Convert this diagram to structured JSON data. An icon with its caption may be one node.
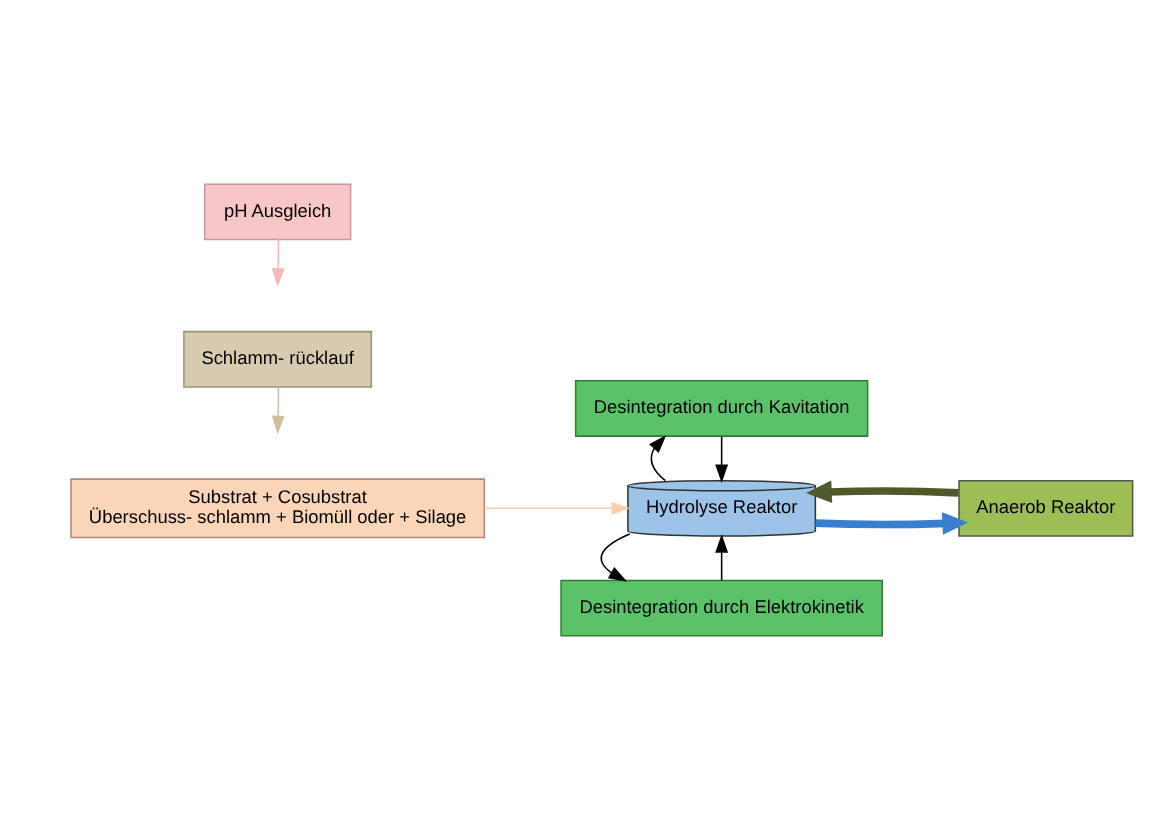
{
  "diagram": {
    "nodes": [
      {
        "text": [
          "Desintegration durch Elektrokinetik"
        ]
      },
      {
        "text": [
          "Substrat + Cosubstrat",
          "Überschuss- schlamm + Biomüll oder + Silage"
        ]
      },
      {
        "text": [
          "Hydrolyse Reaktor"
        ]
      },
      {
        "text": [
          "pH Ausgleich"
        ]
      },
      {
        "text": [
          "Schlamm- rücklauf"
        ]
      },
      {
        "text": [
          "Anaerob Reaktor"
        ]
      },
      {
        "text": [
          "Desintegration durch Kavitation"
        ]
      }
    ],
    "edges": [
      {
        "from": 0,
        "to": 2,
        "arrow": "to"
      },
      {
        "from": 2,
        "to": 0,
        "arrow": "to"
      },
      {
        "from": 1,
        "to": 2,
        "arrow": "to",
        "color": "#f7cfae"
      },
      {
        "from": 2,
        "to": 5,
        "arrow": "to",
        "style": "thick",
        "color": "#3a7fcf"
      },
      {
        "from": 3,
        "to": null,
        "arrow": "to",
        "color": "#f6b8b8"
      },
      {
        "from": 5,
        "to": 2,
        "arrow": "to",
        "style": "thick",
        "color": "#4e5a2c"
      },
      {
        "from": 4,
        "to": null,
        "arrow": "to",
        "color": "#cbbf9e"
      },
      {
        "from": 6,
        "to": 2,
        "arrow": "to"
      },
      {
        "from": 2,
        "to": 6,
        "arrow": "to"
      }
    ]
  }
}
